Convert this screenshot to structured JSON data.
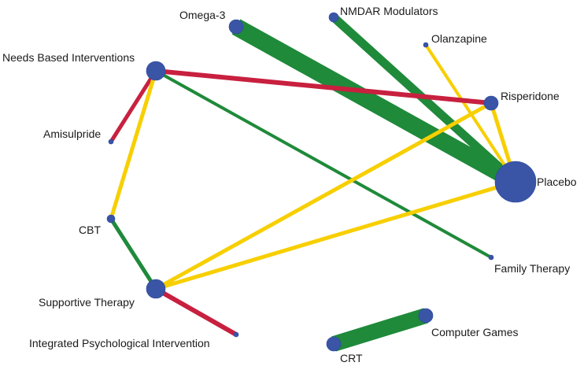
{
  "colors": {
    "node": "#3a55a6",
    "green": "#1f8a3a",
    "yellow": "#f7cf00",
    "red": "#c8203f"
  },
  "nodes": [
    {
      "id": "omega3",
      "label": "Omega-3"
    },
    {
      "id": "nmdar",
      "label": "NMDAR Modulators"
    },
    {
      "id": "olanzapine",
      "label": "Olanzapine"
    },
    {
      "id": "needs",
      "label": "Needs Based Interventions"
    },
    {
      "id": "risperidone",
      "label": "Risperidone"
    },
    {
      "id": "amisulpride",
      "label": "Amisulpride"
    },
    {
      "id": "placebo",
      "label": "Placebo"
    },
    {
      "id": "cbt",
      "label": "CBT"
    },
    {
      "id": "family",
      "label": "Family Therapy"
    },
    {
      "id": "supportive",
      "label": "Supportive Therapy"
    },
    {
      "id": "integrated",
      "label": "Integrated Psychological Intervention"
    },
    {
      "id": "computer",
      "label": "Computer Games"
    },
    {
      "id": "crt",
      "label": "CRT"
    }
  ],
  "edges": [
    {
      "from": "omega3",
      "to": "placebo",
      "color": "green"
    },
    {
      "from": "nmdar",
      "to": "placebo",
      "color": "green"
    },
    {
      "from": "olanzapine",
      "to": "placebo",
      "color": "yellow"
    },
    {
      "from": "risperidone",
      "to": "placebo",
      "color": "yellow"
    },
    {
      "from": "needs",
      "to": "risperidone",
      "color": "red"
    },
    {
      "from": "needs",
      "to": "family",
      "color": "green"
    },
    {
      "from": "needs",
      "to": "amisulpride",
      "color": "red"
    },
    {
      "from": "needs",
      "to": "cbt",
      "color": "yellow"
    },
    {
      "from": "cbt",
      "to": "supportive",
      "color": "green"
    },
    {
      "from": "supportive",
      "to": "risperidone",
      "color": "yellow"
    },
    {
      "from": "supportive",
      "to": "placebo",
      "color": "yellow"
    },
    {
      "from": "supportive",
      "to": "integrated",
      "color": "red"
    },
    {
      "from": "crt",
      "to": "computer",
      "color": "green"
    }
  ]
}
